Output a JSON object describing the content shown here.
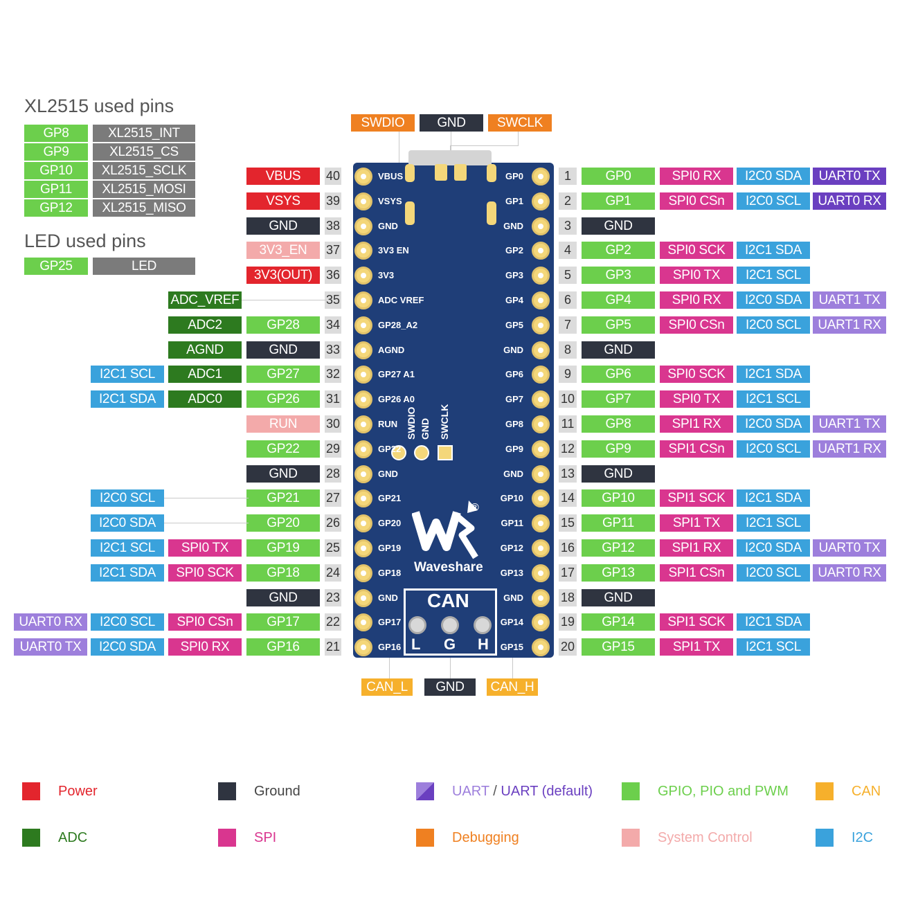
{
  "colors": {
    "power": "#e3252d",
    "ground": "#2f3440",
    "uart": "#6a3fc0",
    "uart_light": "#9d7fdc",
    "gpio": "#6ccf4c",
    "can": "#f6b02c",
    "adc": "#2d7a1f",
    "spi": "#d9368f",
    "debug": "#ef8021",
    "system": "#f3aaaa",
    "i2c": "#3aa2dc",
    "gray": "#7b7b7b"
  },
  "xl2515": {
    "title": "XL2515 used pins",
    "rows": [
      {
        "gp": "GP8",
        "fn": "XL2515_INT"
      },
      {
        "gp": "GP9",
        "fn": "XL2515_CS"
      },
      {
        "gp": "GP10",
        "fn": "XL2515_SCLK"
      },
      {
        "gp": "GP11",
        "fn": "XL2515_MOSI"
      },
      {
        "gp": "GP12",
        "fn": "XL2515_MISO"
      }
    ]
  },
  "led": {
    "title": "LED used pins",
    "rows": [
      {
        "gp": "GP25",
        "fn": "LED"
      }
    ]
  },
  "top_labels": [
    {
      "text": "SWDIO",
      "c": "debug"
    },
    {
      "text": "GND",
      "c": "ground"
    },
    {
      "text": "SWCLK",
      "c": "debug"
    }
  ],
  "bottom_labels": [
    {
      "text": "CAN_L",
      "c": "can"
    },
    {
      "text": "GND",
      "c": "ground"
    },
    {
      "text": "CAN_H",
      "c": "can"
    }
  ],
  "left_pins": [
    {
      "num": "40",
      "silk": "VBUS",
      "tags": [
        {
          "text": "VBUS",
          "c": "power"
        }
      ]
    },
    {
      "num": "39",
      "silk": "VSYS",
      "tags": [
        {
          "text": "VSYS",
          "c": "power"
        }
      ]
    },
    {
      "num": "38",
      "silk": "GND",
      "tags": [
        {
          "text": "GND",
          "c": "ground"
        }
      ]
    },
    {
      "num": "37",
      "silk": "3V3_EN",
      "tags": [
        {
          "text": "3V3_EN",
          "c": "system"
        }
      ]
    },
    {
      "num": "36",
      "silk": "3V3",
      "tags": [
        {
          "text": "3V3(OUT)",
          "c": "power"
        }
      ]
    },
    {
      "num": "35",
      "silk": "ADC_VREF",
      "tags": [
        {
          "text": "",
          "c": "none"
        },
        {
          "text": "ADC_VREF",
          "c": "adc"
        }
      ]
    },
    {
      "num": "34",
      "silk": "GP28_A2",
      "tags": [
        {
          "text": "GP28",
          "c": "gpio"
        },
        {
          "text": "ADC2",
          "c": "adc"
        }
      ]
    },
    {
      "num": "33",
      "silk": "AGND",
      "tags": [
        {
          "text": "GND",
          "c": "ground"
        },
        {
          "text": "AGND",
          "c": "adc"
        }
      ]
    },
    {
      "num": "32",
      "silk": "GP27_A1",
      "tags": [
        {
          "text": "GP27",
          "c": "gpio"
        },
        {
          "text": "ADC1",
          "c": "adc"
        },
        {
          "text": "I2C1 SCL",
          "c": "i2c"
        }
      ]
    },
    {
      "num": "31",
      "silk": "GP26_A0",
      "tags": [
        {
          "text": "GP26",
          "c": "gpio"
        },
        {
          "text": "ADC0",
          "c": "adc"
        },
        {
          "text": "I2C1 SDA",
          "c": "i2c"
        }
      ]
    },
    {
      "num": "30",
      "silk": "RUN",
      "tags": [
        {
          "text": "RUN",
          "c": "system"
        }
      ]
    },
    {
      "num": "29",
      "silk": "GP22",
      "tags": [
        {
          "text": "GP22",
          "c": "gpio"
        }
      ]
    },
    {
      "num": "28",
      "silk": "GND",
      "tags": [
        {
          "text": "GND",
          "c": "ground"
        }
      ]
    },
    {
      "num": "27",
      "silk": "GP21",
      "tags": [
        {
          "text": "GP21",
          "c": "gpio"
        },
        {
          "text": "",
          "c": "none"
        },
        {
          "text": "I2C0 SCL",
          "c": "i2c"
        }
      ]
    },
    {
      "num": "26",
      "silk": "GP20",
      "tags": [
        {
          "text": "GP20",
          "c": "gpio"
        },
        {
          "text": "",
          "c": "none"
        },
        {
          "text": "I2C0 SDA",
          "c": "i2c"
        }
      ]
    },
    {
      "num": "25",
      "silk": "GP19",
      "tags": [
        {
          "text": "GP19",
          "c": "gpio"
        },
        {
          "text": "SPI0 TX",
          "c": "spi"
        },
        {
          "text": "I2C1 SCL",
          "c": "i2c"
        }
      ]
    },
    {
      "num": "24",
      "silk": "GP18",
      "tags": [
        {
          "text": "GP18",
          "c": "gpio"
        },
        {
          "text": "SPI0 SCK",
          "c": "spi"
        },
        {
          "text": "I2C1 SDA",
          "c": "i2c"
        }
      ]
    },
    {
      "num": "23",
      "silk": "GND",
      "tags": [
        {
          "text": "GND",
          "c": "ground"
        }
      ]
    },
    {
      "num": "22",
      "silk": "GP17",
      "tags": [
        {
          "text": "GP17",
          "c": "gpio"
        },
        {
          "text": "SPI0 CSn",
          "c": "spi"
        },
        {
          "text": "I2C0 SCL",
          "c": "i2c"
        },
        {
          "text": "UART0 RX",
          "c": "uart_light"
        }
      ]
    },
    {
      "num": "21",
      "silk": "GP16",
      "tags": [
        {
          "text": "GP16",
          "c": "gpio"
        },
        {
          "text": "SPI0 RX",
          "c": "spi"
        },
        {
          "text": "I2C0 SDA",
          "c": "i2c"
        },
        {
          "text": "UART0 TX",
          "c": "uart_light"
        }
      ]
    }
  ],
  "right_pins": [
    {
      "num": "1",
      "silk": "GP0",
      "tags": [
        {
          "text": "GP0",
          "c": "gpio"
        },
        {
          "text": "SPI0 RX",
          "c": "spi"
        },
        {
          "text": "I2C0 SDA",
          "c": "i2c"
        },
        {
          "text": "UART0 TX",
          "c": "uart"
        }
      ]
    },
    {
      "num": "2",
      "silk": "GP1",
      "tags": [
        {
          "text": "GP1",
          "c": "gpio"
        },
        {
          "text": "SPI0 CSn",
          "c": "spi"
        },
        {
          "text": "I2C0 SCL",
          "c": "i2c"
        },
        {
          "text": "UART0 RX",
          "c": "uart"
        }
      ]
    },
    {
      "num": "3",
      "silk": "GND",
      "tags": [
        {
          "text": "GND",
          "c": "ground"
        }
      ]
    },
    {
      "num": "4",
      "silk": "GP2",
      "tags": [
        {
          "text": "GP2",
          "c": "gpio"
        },
        {
          "text": "SPI0 SCK",
          "c": "spi"
        },
        {
          "text": "I2C1 SDA",
          "c": "i2c"
        }
      ]
    },
    {
      "num": "5",
      "silk": "GP3",
      "tags": [
        {
          "text": "GP3",
          "c": "gpio"
        },
        {
          "text": "SPI0 TX",
          "c": "spi"
        },
        {
          "text": "I2C1 SCL",
          "c": "i2c"
        }
      ]
    },
    {
      "num": "6",
      "silk": "GP4",
      "tags": [
        {
          "text": "GP4",
          "c": "gpio"
        },
        {
          "text": "SPI0 RX",
          "c": "spi"
        },
        {
          "text": "I2C0 SDA",
          "c": "i2c"
        },
        {
          "text": "UART1 TX",
          "c": "uart_light"
        }
      ]
    },
    {
      "num": "7",
      "silk": "GP5",
      "tags": [
        {
          "text": "GP5",
          "c": "gpio"
        },
        {
          "text": "SPI0 CSn",
          "c": "spi"
        },
        {
          "text": "I2C0 SCL",
          "c": "i2c"
        },
        {
          "text": "UART1 RX",
          "c": "uart_light"
        }
      ]
    },
    {
      "num": "8",
      "silk": "GND",
      "tags": [
        {
          "text": "GND",
          "c": "ground"
        }
      ]
    },
    {
      "num": "9",
      "silk": "GP6",
      "tags": [
        {
          "text": "GP6",
          "c": "gpio"
        },
        {
          "text": "SPI0 SCK",
          "c": "spi"
        },
        {
          "text": "I2C1 SDA",
          "c": "i2c"
        }
      ]
    },
    {
      "num": "10",
      "silk": "GP7",
      "tags": [
        {
          "text": "GP7",
          "c": "gpio"
        },
        {
          "text": "SPI0 TX",
          "c": "spi"
        },
        {
          "text": "I2C1 SCL",
          "c": "i2c"
        }
      ]
    },
    {
      "num": "11",
      "silk": "GP8",
      "tags": [
        {
          "text": "GP8",
          "c": "gpio"
        },
        {
          "text": "SPI1 RX",
          "c": "spi"
        },
        {
          "text": "I2C0 SDA",
          "c": "i2c"
        },
        {
          "text": "UART1 TX",
          "c": "uart_light"
        }
      ]
    },
    {
      "num": "12",
      "silk": "GP9",
      "tags": [
        {
          "text": "GP9",
          "c": "gpio"
        },
        {
          "text": "SPI1 CSn",
          "c": "spi"
        },
        {
          "text": "I2C0 SCL",
          "c": "i2c"
        },
        {
          "text": "UART1 RX",
          "c": "uart_light"
        }
      ]
    },
    {
      "num": "13",
      "silk": "GND",
      "tags": [
        {
          "text": "GND",
          "c": "ground"
        }
      ]
    },
    {
      "num": "14",
      "silk": "GP10",
      "tags": [
        {
          "text": "GP10",
          "c": "gpio"
        },
        {
          "text": "SPI1 SCK",
          "c": "spi"
        },
        {
          "text": "I2C1 SDA",
          "c": "i2c"
        }
      ]
    },
    {
      "num": "15",
      "silk": "GP11",
      "tags": [
        {
          "text": "GP11",
          "c": "gpio"
        },
        {
          "text": "SPI1 TX",
          "c": "spi"
        },
        {
          "text": "I2C1 SCL",
          "c": "i2c"
        }
      ]
    },
    {
      "num": "16",
      "silk": "GP12",
      "tags": [
        {
          "text": "GP12",
          "c": "gpio"
        },
        {
          "text": "SPI1 RX",
          "c": "spi"
        },
        {
          "text": "I2C0 SDA",
          "c": "i2c"
        },
        {
          "text": "UART0 TX",
          "c": "uart_light"
        }
      ]
    },
    {
      "num": "17",
      "silk": "GP13",
      "tags": [
        {
          "text": "GP13",
          "c": "gpio"
        },
        {
          "text": "SPI1 CSn",
          "c": "spi"
        },
        {
          "text": "I2C0 SCL",
          "c": "i2c"
        },
        {
          "text": "UART0 RX",
          "c": "uart_light"
        }
      ]
    },
    {
      "num": "18",
      "silk": "GND",
      "tags": [
        {
          "text": "GND",
          "c": "ground"
        }
      ]
    },
    {
      "num": "19",
      "silk": "GP14",
      "tags": [
        {
          "text": "GP14",
          "c": "gpio"
        },
        {
          "text": "SPI1 SCK",
          "c": "spi"
        },
        {
          "text": "I2C1 SDA",
          "c": "i2c"
        }
      ]
    },
    {
      "num": "20",
      "silk": "GP15",
      "tags": [
        {
          "text": "GP15",
          "c": "gpio"
        },
        {
          "text": "SPI1 TX",
          "c": "spi"
        },
        {
          "text": "I2C1 SCL",
          "c": "i2c"
        }
      ]
    }
  ],
  "board": {
    "brand": "Waveshare",
    "registered": "®",
    "can_title": "CAN",
    "can_letters": [
      "L",
      "G",
      "H"
    ],
    "debug_silk": [
      "SWDIO",
      "GND",
      "SWCLK"
    ]
  },
  "legend": [
    {
      "label": "Power",
      "c": "power"
    },
    {
      "label": "Ground",
      "c": "ground"
    },
    {
      "label": "UART",
      "label2": " / ",
      "label3": "UART (default)",
      "c": "uart"
    },
    {
      "label": "GPIO, PIO and PWM",
      "c": "gpio"
    },
    {
      "label": "CAN",
      "c": "can"
    },
    {
      "label": "ADC",
      "c": "adc"
    },
    {
      "label": "SPI",
      "c": "spi"
    },
    {
      "label": "Debugging",
      "c": "debug"
    },
    {
      "label": "System Control",
      "c": "system"
    },
    {
      "label": "I2C",
      "c": "i2c"
    }
  ]
}
